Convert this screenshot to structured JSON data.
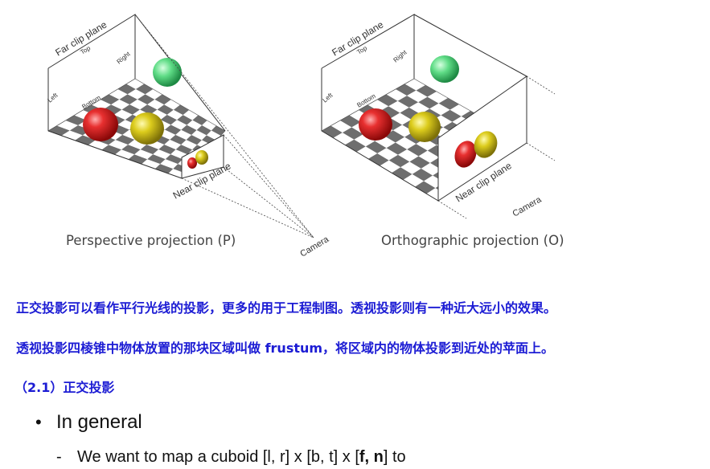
{
  "figure": {
    "left": {
      "caption": "Perspective projection (P)",
      "labels": {
        "far_clip_plane": "Far clip plane",
        "top": "Top",
        "right": "Right",
        "left": "Left",
        "bottom": "Bottom",
        "near_clip_plane": "Near clip plane",
        "camera": "Camera"
      }
    },
    "right": {
      "caption": "Orthographic projection (O)",
      "labels": {
        "far_clip_plane": "Far clip plane",
        "top": "Top",
        "right": "Right",
        "left": "Left",
        "bottom": "Bottom",
        "near_clip_plane": "Near clip plane",
        "camera": "Camera"
      }
    },
    "colors": {
      "sphere_red": "#d81e1e",
      "sphere_yellow": "#d6c81a",
      "sphere_green": "#4fd97a",
      "checker_dark": "#6e6e6e",
      "checker_light": "#ffffff"
    }
  },
  "notes": {
    "line1": "正交投影可以看作平行光线的投影，更多的用于工程制图。透视投影则有一种近大远小的效果。",
    "line2": "透视投影四棱锥中物体放置的那块区域叫做 frustum，将区域内的物体投影到近处的苹面上。",
    "heading": "（2.1）正交投影"
  },
  "bullets": {
    "level1": "In general",
    "level1_marker": "•",
    "level2_marker": "-",
    "level2_prefix": "We want to map a cuboid [l, r] x [b, t] x [",
    "level2_bold": "f, n",
    "level2_suffix": "] to"
  }
}
